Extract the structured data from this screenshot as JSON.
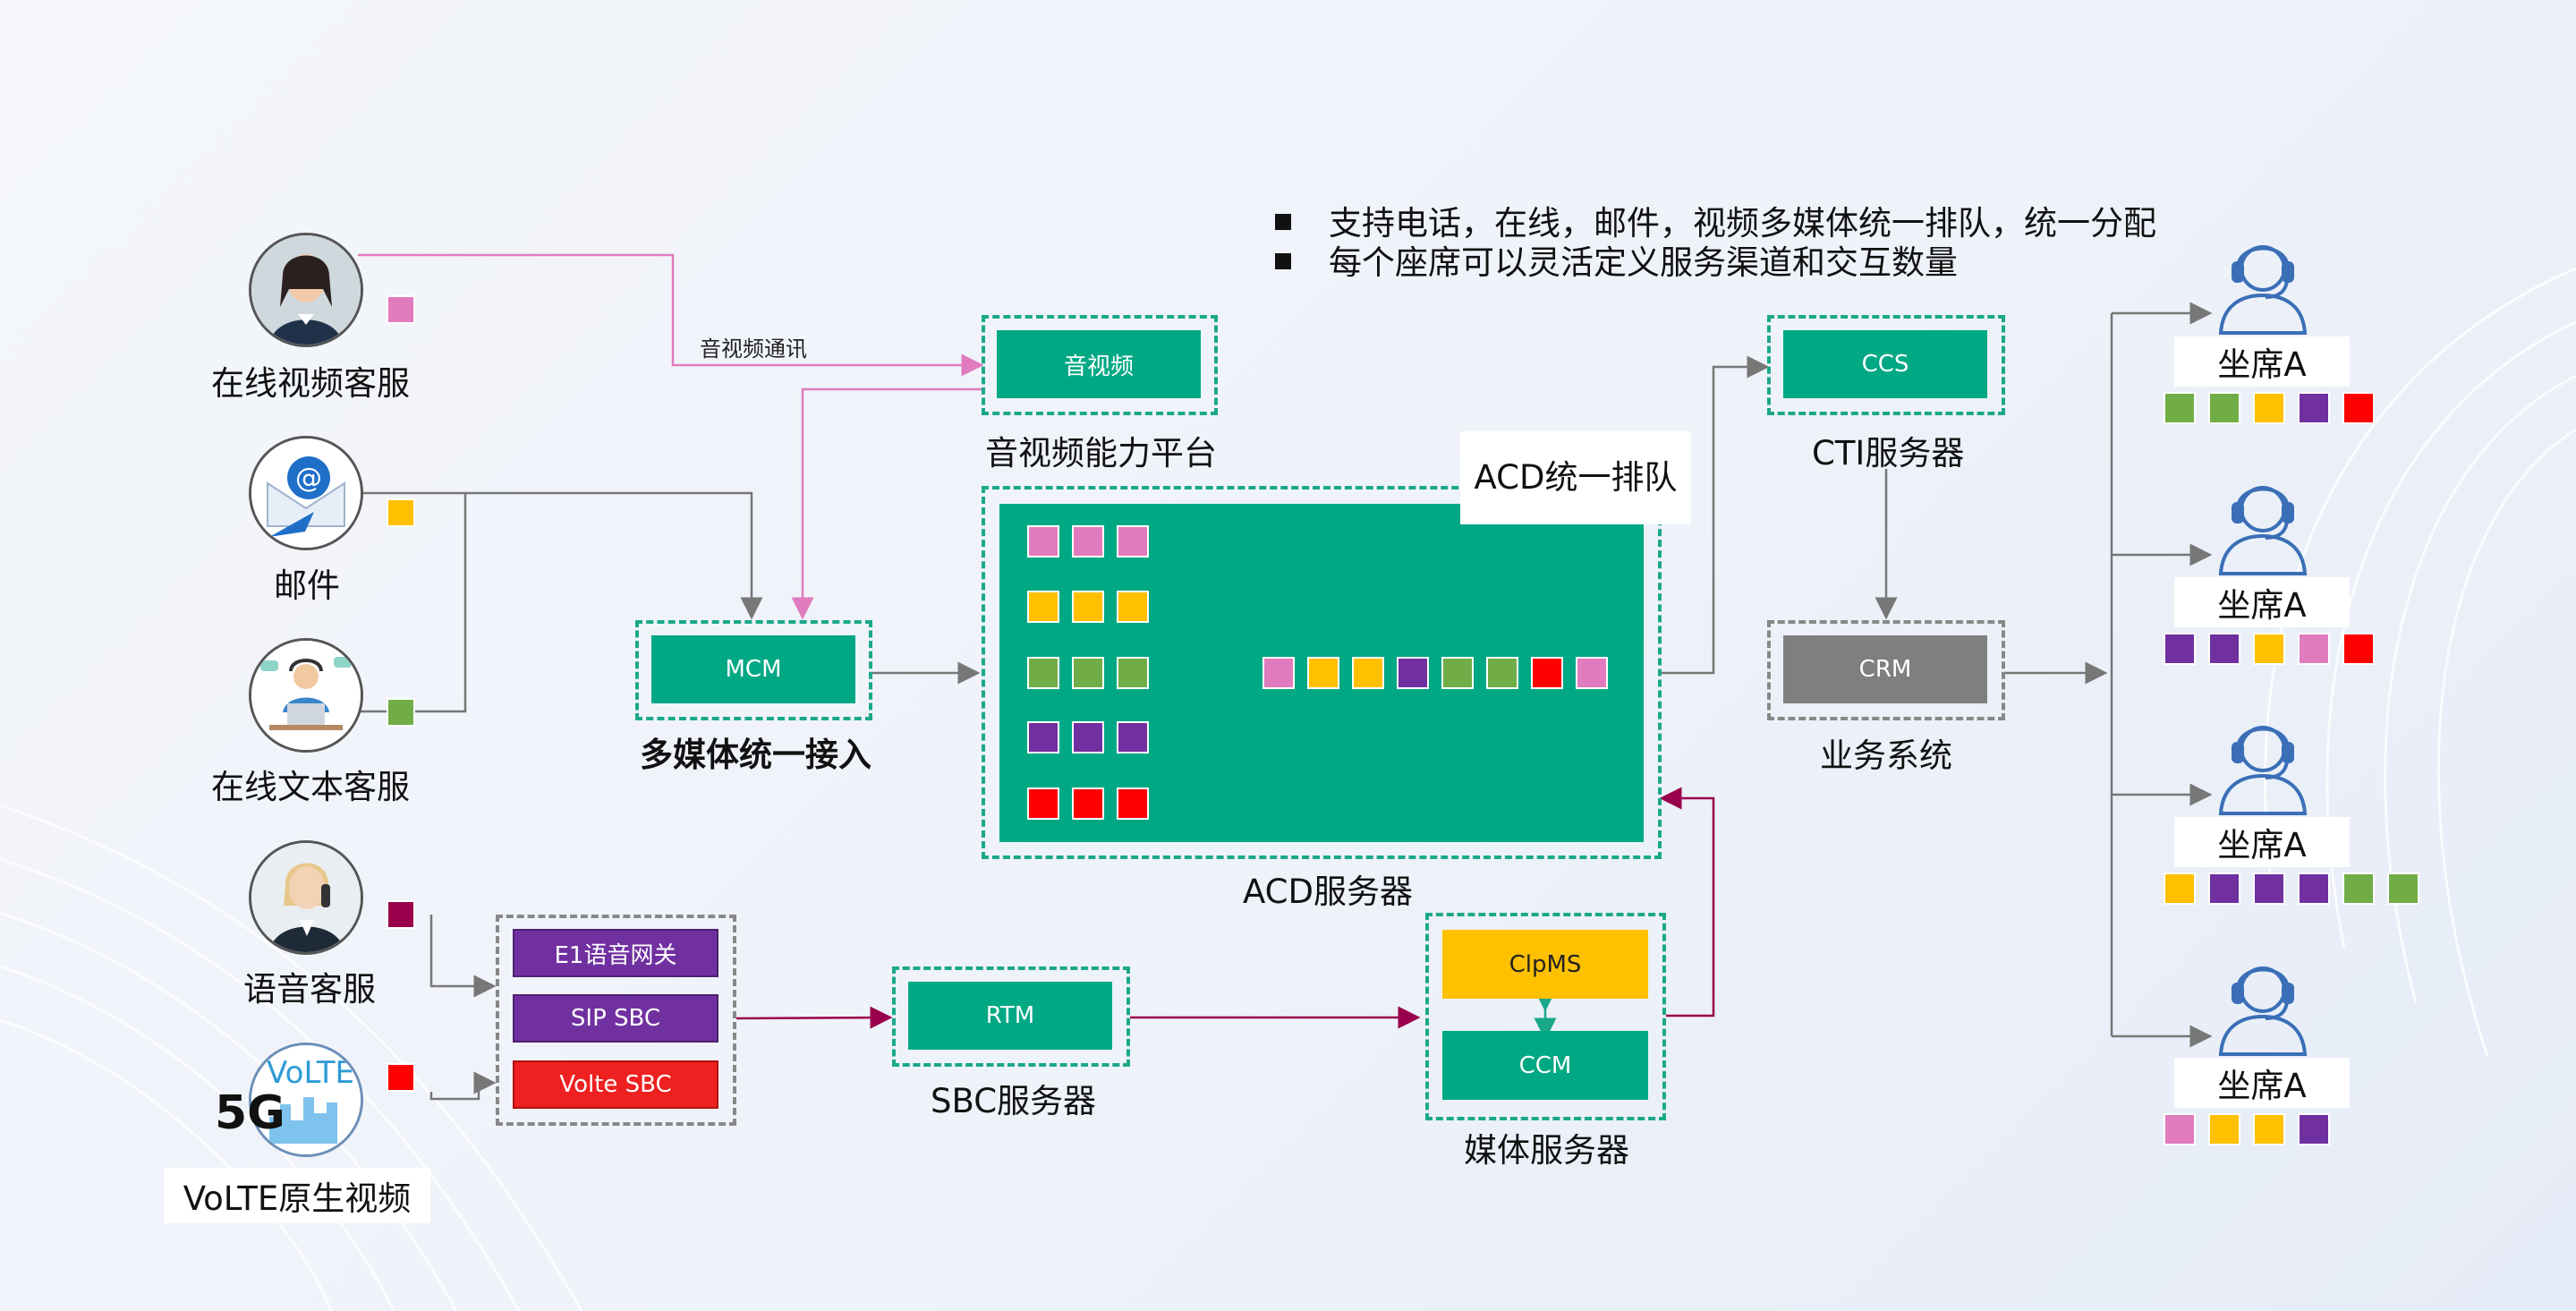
{
  "bullets": [
    "支持电话，在线，邮件，视频多媒体统一排队，统一分配",
    "每个座席可以灵活定义服务渠道和交互数量"
  ],
  "channels": {
    "video": "在线视频客服",
    "email": "邮件",
    "text": "在线文本客服",
    "voice": "语音客服",
    "volte": "VoLTE原生视频",
    "volte_badge_5g": "5G",
    "volte_badge_text": "VoLTE"
  },
  "edge_labels": {
    "av_comm": "音视频通讯"
  },
  "nodes": {
    "av_box": "音视频",
    "av_platform": "音视频能力平台",
    "mcm_box": "MCM",
    "mcm_label": "多媒体统一接入",
    "acd_queue_label": "ACD统一排队",
    "acd_server": "ACD服务器",
    "ccs_box": "CCS",
    "cti_server": "CTI服务器",
    "crm_box": "CRM",
    "business_system": "业务系统",
    "e1_gateway": "E1语音网关",
    "sip_sbc": "SIP SBC",
    "volte_sbc": "Volte SBC",
    "rtm_box": "RTM",
    "sbc_server": "SBC服务器",
    "clpms_box": "ClpMS",
    "ccm_box": "CCM",
    "media_server": "媒体服务器"
  },
  "colors": {
    "green": "#00a884",
    "pink": "#e07bbd",
    "yellow": "#ffc000",
    "light_green": "#70ad47",
    "purple": "#7030a0",
    "red": "#ff0000",
    "maroon": "#99004c",
    "grey": "#7f7f7f"
  },
  "channel_colors": [
    "pink",
    "yellow",
    "light_green",
    "maroon",
    "red"
  ],
  "acd_queue_rows": [
    "pink",
    "yellow",
    "light_green",
    "purple",
    "red"
  ],
  "acd_merged_queue": [
    "pink",
    "yellow",
    "yellow",
    "purple",
    "light_green",
    "light_green",
    "red",
    "pink"
  ],
  "agents": [
    {
      "label": "坐席A",
      "slots": [
        "light_green",
        "light_green",
        "yellow",
        "purple",
        "red"
      ]
    },
    {
      "label": "坐席A",
      "slots": [
        "purple",
        "purple",
        "yellow",
        "pink",
        "red"
      ]
    },
    {
      "label": "坐席A",
      "slots": [
        "yellow",
        "purple",
        "purple",
        "purple",
        "light_green",
        "light_green"
      ]
    },
    {
      "label": "坐席A",
      "slots": [
        "pink",
        "yellow",
        "yellow",
        "purple"
      ]
    }
  ],
  "icons": [
    "agent-headset-icon",
    "email-icon",
    "person-photo-icon"
  ]
}
